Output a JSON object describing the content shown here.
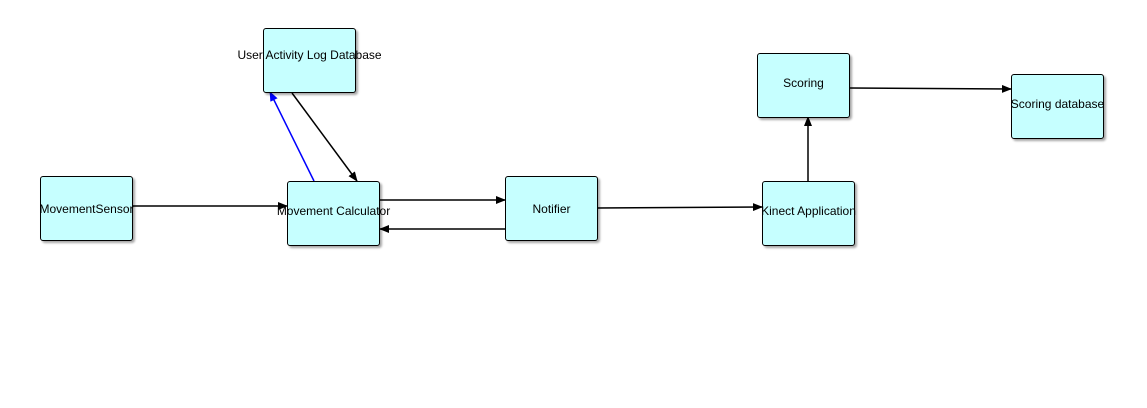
{
  "nodes": {
    "user_activity_log_db": {
      "label": "User Activity Log Database"
    },
    "movement_sensor": {
      "label": "MovementSensor"
    },
    "movement_calculator": {
      "label": "Movement Calculator"
    },
    "notifier": {
      "label": "Notifier"
    },
    "scoring": {
      "label": "Scoring"
    },
    "kinect_application": {
      "label": "Kinect Application"
    },
    "scoring_database": {
      "label": "Scoring database"
    }
  },
  "edges": [
    {
      "from": "movement_sensor",
      "to": "movement_calculator",
      "color": "#000000"
    },
    {
      "from": "movement_calculator",
      "to": "user_activity_log_db",
      "color": "#0000ff"
    },
    {
      "from": "user_activity_log_db",
      "to": "movement_calculator",
      "color": "#000000"
    },
    {
      "from": "movement_calculator",
      "to": "notifier",
      "color": "#000000"
    },
    {
      "from": "notifier",
      "to": "movement_calculator",
      "color": "#000000"
    },
    {
      "from": "notifier",
      "to": "kinect_application",
      "color": "#000000"
    },
    {
      "from": "kinect_application",
      "to": "scoring",
      "color": "#000000"
    },
    {
      "from": "scoring",
      "to": "scoring_database",
      "color": "#000000"
    }
  ],
  "colors": {
    "node_fill": "#c6ffff",
    "node_border": "#000000",
    "edge_default": "#000000",
    "edge_highlight": "#0000ff"
  }
}
